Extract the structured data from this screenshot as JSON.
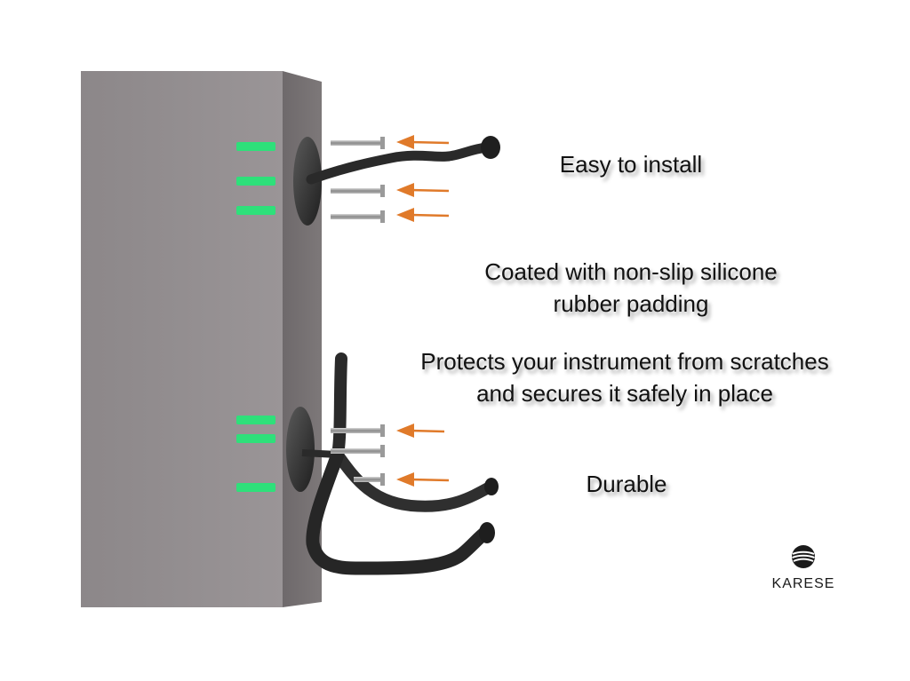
{
  "captions": {
    "install": "Easy to install",
    "coated_line1": "Coated with non-slip silicone",
    "coated_line2": "rubber padding",
    "protects_line1": "Protects your instrument from scratches",
    "protects_line2": "and secures it safely in place",
    "durable": "Durable"
  },
  "brand": {
    "name": "KARESE",
    "icon": "globe-logo-icon"
  },
  "colors": {
    "wall_front": "#8f8a8c",
    "wall_side": "#6f6a6c",
    "anchor_green": "#2ee07a",
    "arrow_orange": "#e07a2a",
    "hanger_black": "#2a2a2a",
    "caption_text": "#111111"
  }
}
